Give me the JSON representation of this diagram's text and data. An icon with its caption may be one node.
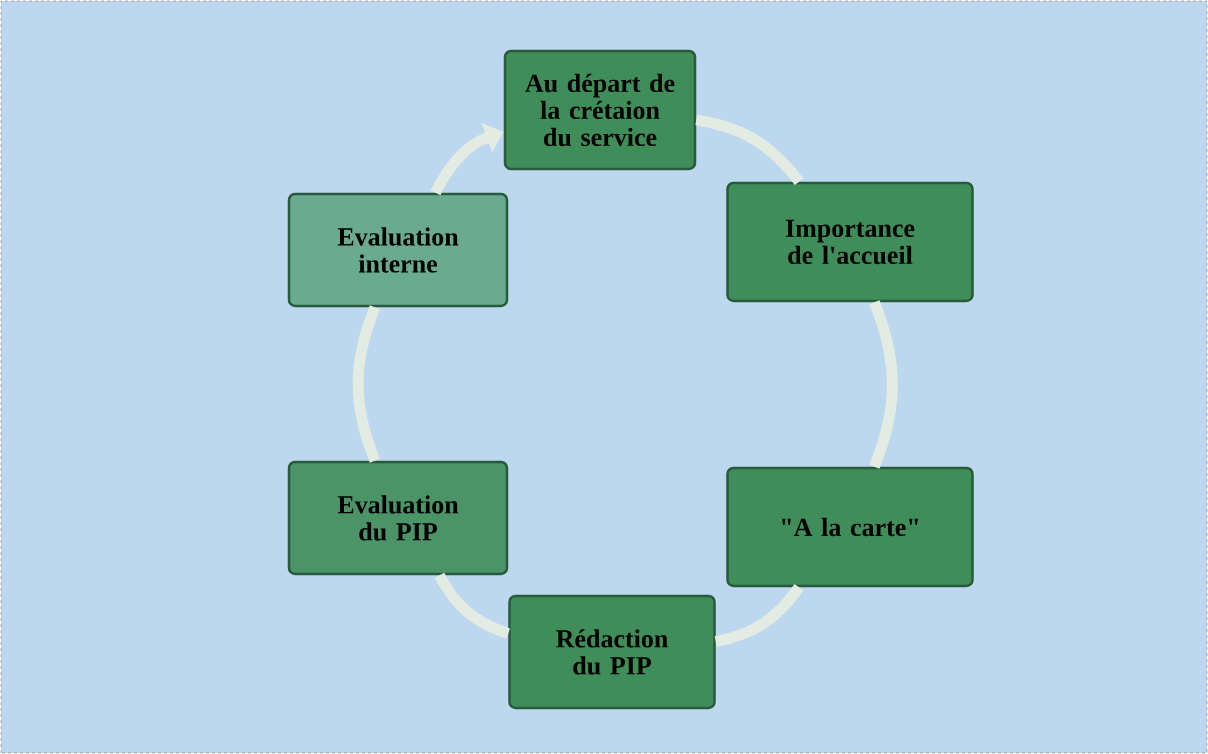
{
  "diagram": {
    "nodes": [
      {
        "text": [
          "Au départ de la crétaion du service"
        ]
      },
      {
        "text": [
          "Importance de l'accueil"
        ]
      },
      {
        "text": [
          "\"A la carte\""
        ]
      },
      {
        "text": [
          "Rédaction du PIP"
        ]
      },
      {
        "text": [
          "Evaluation du PIP"
        ]
      },
      {
        "text": [
          "Evaluation interne"
        ]
      }
    ],
    "edges": [
      {
        "from": 0,
        "to": 1,
        "arrow": "none"
      },
      {
        "from": 1,
        "to": 2,
        "arrow": "none"
      },
      {
        "from": 2,
        "to": 3,
        "arrow": "none"
      },
      {
        "from": 3,
        "to": 4,
        "arrow": "none"
      },
      {
        "from": 4,
        "to": 5,
        "arrow": "none"
      },
      {
        "from": 5,
        "to": 0,
        "arrow": "to"
      }
    ]
  }
}
